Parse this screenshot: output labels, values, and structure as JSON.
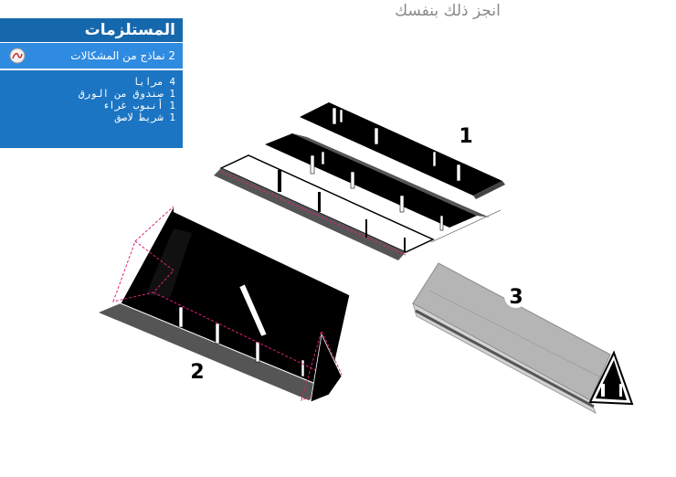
{
  "title": "انجز ذلك بنفسك",
  "panel": {
    "heading": "المستلزمات",
    "link": {
      "label": "2 نماذج من المشكالات",
      "icon": "pdf-icon"
    },
    "materials": [
      "4 مرايا",
      "1 صندوق من الورق",
      "1 أنبوب غراء",
      "1 شريط لاصق"
    ]
  },
  "steps": [
    "1",
    "2",
    "3"
  ],
  "colors": {
    "panel": "#1b75c2",
    "panel_link": "#2f8be0",
    "fold_line": "#e0207a",
    "mirror": "#000000",
    "tube": "#b5b5b5"
  }
}
